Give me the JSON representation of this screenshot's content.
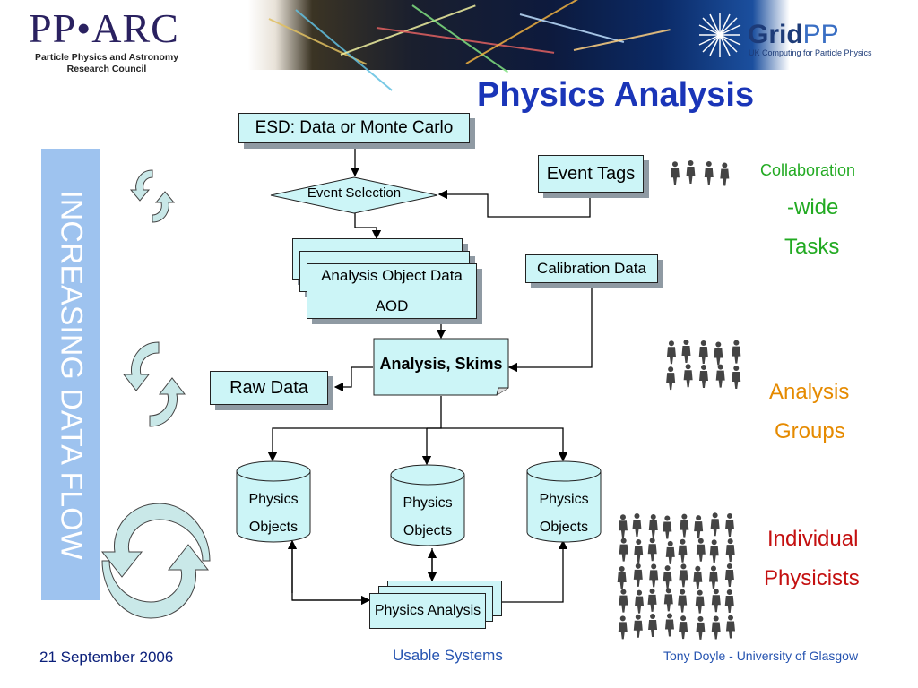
{
  "header": {
    "left_logo": {
      "wordmark": "PP•ARC",
      "subtitle_line1": "Particle Physics and Astronomy",
      "subtitle_line2": "Research Council"
    },
    "right_logo": {
      "word_bold": "Grid",
      "word_light": "PP",
      "subtitle": "UK Computing for Particle Physics"
    }
  },
  "title": "Physics Analysis",
  "flow_bar": {
    "label": "INCREASING DATA FLOW",
    "color": "#9ec3ef"
  },
  "flowchart": {
    "esd": "ESD: Data or Monte Carlo",
    "event_selection": "Event Selection",
    "event_tags": "Event Tags",
    "aod_line1": "Analysis Object Data",
    "aod_line2": "AOD",
    "calibration": "Calibration Data",
    "analysis_skims": "Analysis, Skims",
    "raw_data": "Raw Data",
    "physics_objects_line1": "Physics",
    "physics_objects_line2": "Objects",
    "physics_analysis": "Physics Analysis"
  },
  "side_labels": {
    "collaboration": [
      "Collaboration",
      "-wide",
      "Tasks"
    ],
    "analysis_groups": [
      "Analysis",
      "Groups"
    ],
    "individual": [
      "Individual",
      "Physicists"
    ]
  },
  "colors": {
    "title": "#1a35b8",
    "box_fill": "#ccf5f7",
    "collaboration": "#22aa22",
    "analysis_groups": "#e58a00",
    "individual": "#c41010"
  },
  "footer": {
    "date": "21 September 2006",
    "center": "Usable Systems",
    "author": "Tony Doyle - University of Glasgow"
  }
}
